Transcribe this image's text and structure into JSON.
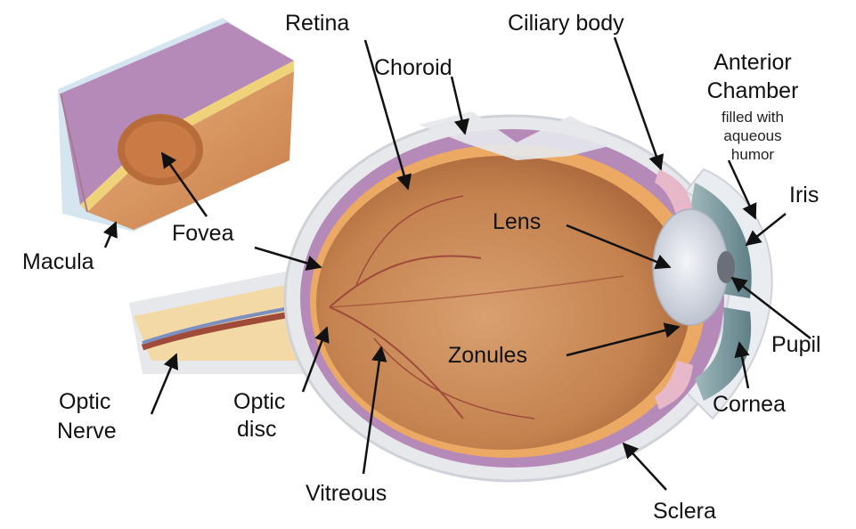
{
  "labels": {
    "retina": "Retina",
    "ciliary_body": "Ciliary body",
    "choroid": "Choroid",
    "anterior_chamber_line1": "Anterior",
    "anterior_chamber_line2": "Chamber",
    "anterior_note_line1": "filled with",
    "anterior_note_line2": "aqueous",
    "anterior_note_line3": "humor",
    "iris": "Iris",
    "lens": "Lens",
    "fovea": "Fovea",
    "macula": "Macula",
    "pupil": "Pupil",
    "zonules": "Zonules",
    "optic_nerve_line1": "Optic",
    "optic_nerve_line2": "Nerve",
    "optic_disc_line1": "Optic",
    "optic_disc_line2": "disc",
    "cornea": "Cornea",
    "vitreous": "Vitreous",
    "sclera": "Sclera"
  },
  "colors": {
    "sclera": "#e4e6ea",
    "choroid": "#b68ab8",
    "retina": "#e8a86a",
    "vitreous": "#c98a58",
    "iris": "#7a9aa0",
    "lens": "#dfe4ec",
    "vessel": "#a04a3a"
  }
}
